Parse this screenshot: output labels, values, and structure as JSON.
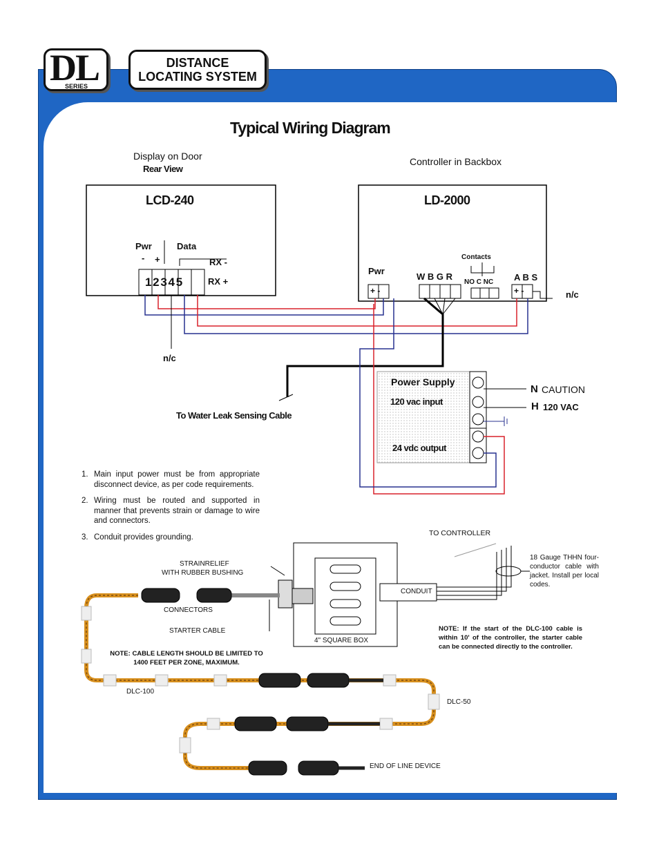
{
  "logo": {
    "letters": "DL",
    "series": "SERIES"
  },
  "system_title": {
    "line1": "DISTANCE",
    "line2": "LOCATING SYSTEM"
  },
  "diagram_title": "Typical Wiring Diagram",
  "display": {
    "heading": "Display on Door",
    "subheading": "Rear View",
    "model": "LCD-240",
    "pwr": "Pwr",
    "data": "Data",
    "minus": "-",
    "plus": "+",
    "terminals": "1 2 3 4 5",
    "rx_minus": "RX -",
    "rx_plus": "RX +",
    "nc": "n/c"
  },
  "controller": {
    "heading": "Controller in Backbox",
    "model": "LD-2000",
    "pwr": "Pwr",
    "pwr_terms": "+ -",
    "wbgr": "W B G R",
    "contacts": "Contacts",
    "no_c_nc": "NO C NC",
    "abs": "A B S",
    "abs_terms": "+ -",
    "nc": "n/c"
  },
  "power_supply": {
    "title": "Power Supply",
    "input": "120 vac input",
    "output": "24 vdc output",
    "n_label": "N",
    "caution": "CAUTION",
    "h_label": "H",
    "vac": "120 VAC"
  },
  "leak_cable": "To Water Leak Sensing Cable",
  "notes": [
    {
      "num": "1.",
      "text": "Main input power must be from appropriate disconnect device, as per code requirements."
    },
    {
      "num": "2.",
      "text": "Wiring must be routed and supported in manner that prevents strain or damage to wire and connectors."
    },
    {
      "num": "3.",
      "text": "Conduit provides grounding."
    }
  ],
  "install": {
    "to_controller": "TO CONTROLLER",
    "gauge_note": "18 Gauge THHN four-conductor cable with jacket. Install per local codes.",
    "strainrelief": "STRAINRELIEF",
    "bushing": "WITH RUBBER BUSHING",
    "conduit": "CONDUIT",
    "connectors": "CONNECTORS",
    "starter_cable": "STARTER CABLE",
    "square_box": "4\" SQUARE BOX",
    "note_start": "NOTE: If the start of the DLC-100 cable is within 10' of the controller, the starter cable can be connected directly to the controller.",
    "note_length": "NOTE: CABLE LENGTH SHOULD BE LIMITED TO 1400 FEET PER ZONE, MAXIMUM.",
    "dlc100": "DLC-100",
    "dlc50": "DLC-50",
    "eol": "END OF LINE DEVICE"
  },
  "colors": {
    "frame_blue": "#1f66c4",
    "wire_red": "#d9202a",
    "wire_blue": "#27318f",
    "cable_orange": "#d8901e"
  }
}
